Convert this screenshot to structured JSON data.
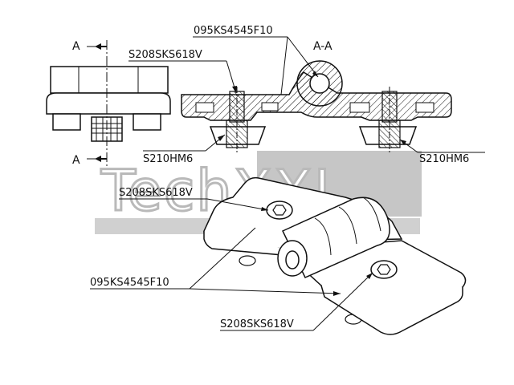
{
  "labels": {
    "top_part": "095KS4545F10",
    "section": "A-A",
    "screw_top": "S208SKS618V",
    "nut_left": "S210HM6",
    "nut_right": "S210HM6",
    "screw_mid": "S208SKS618V",
    "part_mid": "095KS4545F10",
    "screw_bottom": "S208SKS618V",
    "section_mark_top": "A",
    "section_mark_bottom": "A"
  },
  "watermark": {
    "text": "TechXXL",
    "color": "#b9b9b9"
  },
  "colors": {
    "line": "#111111",
    "hatch": "#111111",
    "background": "#ffffff"
  }
}
